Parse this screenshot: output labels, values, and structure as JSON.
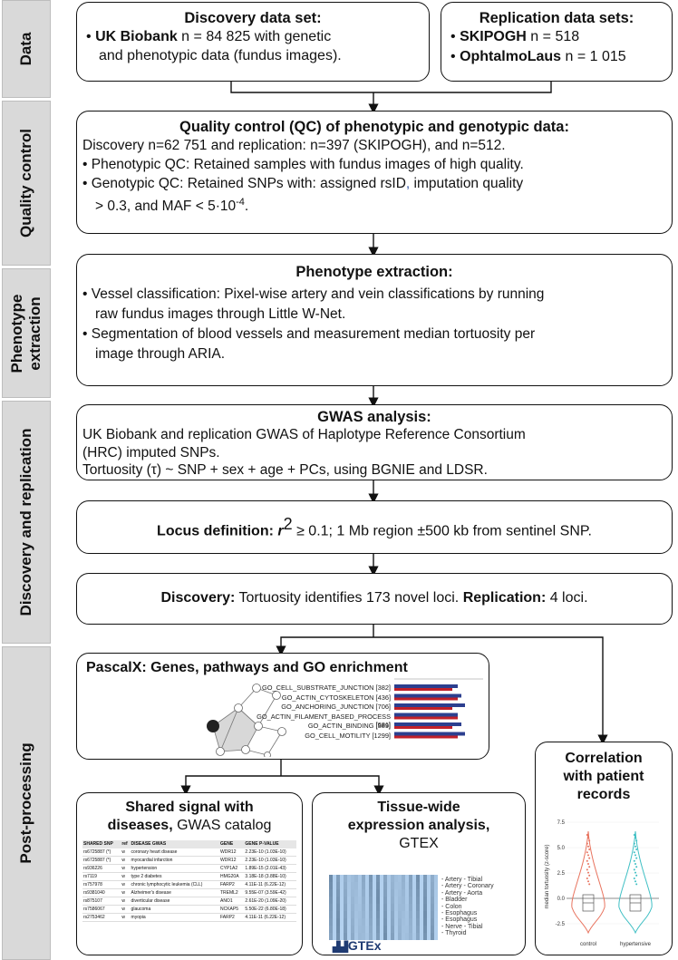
{
  "sidebar": [
    {
      "label": "Data"
    },
    {
      "label": "Quality control"
    },
    {
      "label": "Phenotype extraction"
    },
    {
      "label": "Discovery and replication"
    },
    {
      "label": "Post-processing"
    }
  ],
  "discovery": {
    "title": "Discovery data set:",
    "bullet": "•",
    "name": "UK Biobank",
    "text1": " n = 84 825 with genetic",
    "text2": "and phenotypic data (fundus images)."
  },
  "replication": {
    "title": "Replication data sets:",
    "bullet": "•",
    "name1": "SKIPOGH",
    "val1": " n = 518",
    "name2": "OphtalmoLaus",
    "val2": "  n = 1 015"
  },
  "qc": {
    "title": "Quality control (QC) of phenotypic and genotypic data:",
    "line1": "Discovery n=62 751 and replication: n=397 (SKIPOGH), and n=512.",
    "line2": "• Phenotypic QC: Retained samples with fundus images of high quality.",
    "line3a": "• Genotypic QC: Retained SNPs with: assigned rsID",
    "comma": ",",
    "line3b": " imputation quality",
    "line4a": "> 0.3, and MAF < 5·10",
    "line4sup": "-4",
    "line4b": "."
  },
  "phenotype": {
    "title": "Phenotype extraction:",
    "line1": "• Vessel classification: Pixel-wise artery and vein classifications by running",
    "line2": "raw fundus images through Little W-Net.",
    "line3": "• Segmentation of blood vessels and measurement median tortuosity per",
    "line4": "image through ARIA."
  },
  "gwas": {
    "title": "GWAS analysis:",
    "line1": "UK Biobank and replication GWAS of Haplotype Reference Consortium",
    "line2": "(HRC) imputed SNPs.",
    "line3": "Tortuosity (τ) ~ SNP + sex + age + PCs, using BGNIE and LDSR."
  },
  "locus": {
    "label": "Locus definition: ",
    "r": "r",
    "sup": "2",
    "rest": " ≥ 0.1; 1 Mb region ±500 kb from sentinel SNP."
  },
  "disc_result": {
    "label1": "Discovery:",
    "text1": " Tortuosity identifies 173 novel loci. ",
    "label2": "Replication:",
    "text2": " 4 loci."
  },
  "pascalx": {
    "name": "PascalX",
    "rest": ":  Genes, pathways and GO enrichment",
    "go_terms": [
      "GO_CELL_SUBSTRATE_JUNCTION [382]",
      "GO_ACTIN_CYTOSKELETON [436]",
      "GO_ANCHORING_JUNCTION [706]",
      "GO_ACTIN_FILAMENT_BASED_PROCESS [681]",
      "GO_ACTIN_BINDING [389]",
      "GO_CELL_MOTILITY [1299]"
    ]
  },
  "shared": {
    "title1": "Shared signal with",
    "title2a": "diseases,",
    "title2b": " GWAS catalog",
    "headers": [
      "SHARED SNP",
      "ref",
      "DISEASE GWAS",
      "GENE",
      "GENE P-VALUE"
    ],
    "rows": [
      [
        "rs6725887 (*)",
        "w",
        "coronary heart disease",
        "WDR12",
        "2.23E-10 (1.03E-10)"
      ],
      [
        "rs6725887 (*)",
        "w",
        "myocardial infarction",
        "WDR12",
        "2.23E-10 (1.03E-10)"
      ],
      [
        "rs936226",
        "w",
        "hypertension",
        "CYP1A2",
        "1.89E-15 (2.01E-43)"
      ],
      [
        "rs7119",
        "w",
        "type 2 diabetes",
        "HMG20A",
        "3.18E-18 (3.88E-10)"
      ],
      [
        "rs757978",
        "w",
        "chronic lymphocytic leukemia (CLL)",
        "FARP2",
        "4.11E-11 (6.22E-12)"
      ],
      [
        "rs9381040",
        "w",
        "Alzheimer's disease",
        "TREML2",
        "9.55E-07 (3.59E-42)"
      ],
      [
        "rs875107",
        "w",
        "diverticular disease",
        "ANO1",
        "2.61E-20 (1.09E-20)"
      ],
      [
        "rs7586067",
        "w",
        "glaucoma",
        "NCKAP5",
        "5.50E-22 (6.80E-18)"
      ],
      [
        "rs2753462",
        "w",
        "myopia",
        "FARP2",
        "4.11E-11 (6.22E-12)"
      ]
    ]
  },
  "tissue": {
    "title1": "Tissue-wide",
    "title2": "expression analysis,",
    "title3": "GTEX",
    "tissues": [
      "Artery - Tibial",
      "Artery - Coronary",
      "Artery - Aorta",
      "Bladder",
      "Colon",
      "Esophagus",
      "Esophagus",
      "Nerve - Tibial",
      "Thyroid"
    ],
    "logo": "GTEx"
  },
  "correlation": {
    "title1": "Correlation",
    "title2": "with patient",
    "title3": "records",
    "ylabel": "median tortuosity (z-score)",
    "yticks": [
      "7.5",
      "5.0",
      "2.5",
      "0.0",
      "-2.5"
    ],
    "categories": [
      "control",
      "hypertensive"
    ]
  }
}
